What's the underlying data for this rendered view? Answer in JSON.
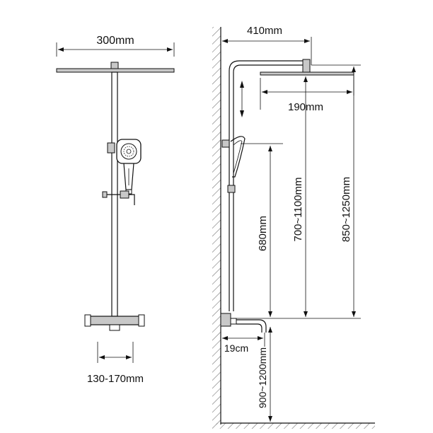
{
  "dimensions": {
    "front_width": "300mm",
    "mixer_spacing": "130-170mm",
    "arm_reach": "410mm",
    "head_size": "190mm",
    "slide_height": "680mm",
    "head_height_adjust": "700~1100mm",
    "total_height_range": "850~1250mm",
    "spout_reach": "19cm",
    "mount_height": "900~1200mm"
  },
  "colors": {
    "line": "#111111",
    "fill": "#c8c8c8",
    "background": "#ffffff"
  }
}
